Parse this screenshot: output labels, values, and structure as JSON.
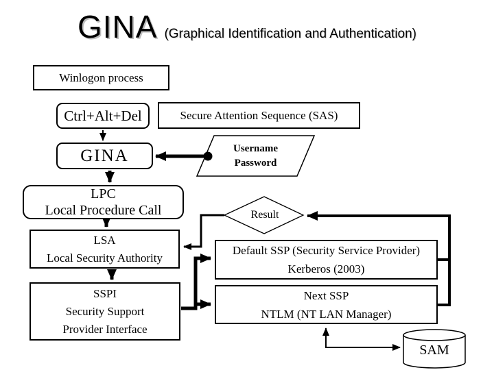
{
  "page": {
    "background_color": "#ffffff",
    "line_color": "#000000",
    "title_shadow_color": "#bdbdbd"
  },
  "title": {
    "main": "GINA",
    "subtitle": "(Graphical Identification and Authentication)"
  },
  "nodes": {
    "winlogon": {
      "label": "Winlogon process"
    },
    "ctrl_alt_del": {
      "label": "Ctrl+Alt+Del"
    },
    "sas": {
      "label": "Secure Attention Sequence (SAS)"
    },
    "gina": {
      "label": "GINA"
    },
    "credentials": {
      "line1": "Username",
      "line2": "Password"
    },
    "lpc": {
      "line1": "LPC",
      "line2": "Local Procedure Call"
    },
    "lsa": {
      "line1": "LSA",
      "line2": "Local Security Authority"
    },
    "sspi": {
      "line1": "SSPI",
      "line2": "Security Support",
      "line3": "Provider Interface"
    },
    "result": {
      "label": "Result"
    },
    "default_ssp": {
      "line1": "Default SSP (Security Service Provider)",
      "line2": "Kerberos (2003)"
    },
    "next_ssp": {
      "line1": "Next SSP",
      "line2": "NTLM (NT LAN Manager)"
    },
    "sam": {
      "label": "SAM"
    }
  }
}
